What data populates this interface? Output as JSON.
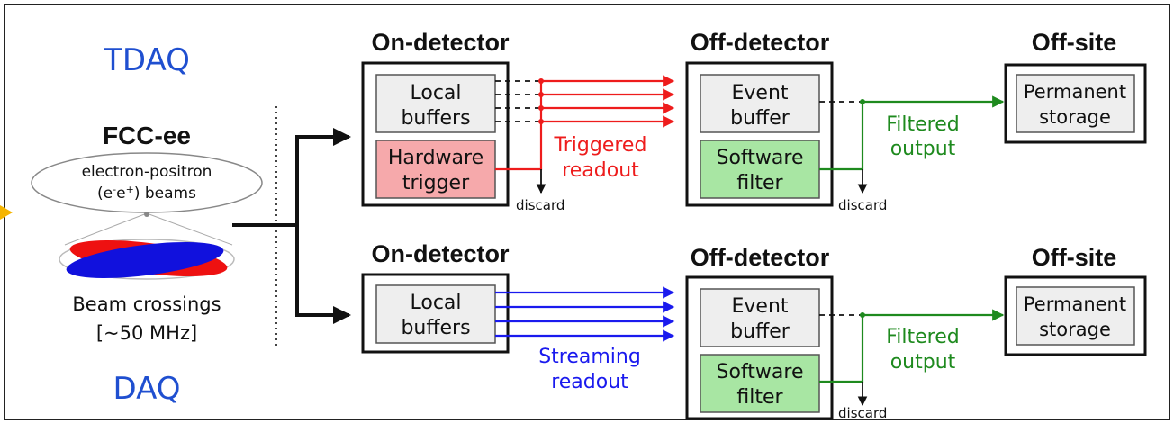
{
  "left": {
    "tdaq_label": "TDAQ",
    "daq_label": "DAQ",
    "fcc_title": "FCC-ee",
    "beam_line1": "electron-positron",
    "beam_line2_a": "(e",
    "beam_line2_b": "e",
    "beam_line2_c": ") beams",
    "beam_sup_minus": "-",
    "beam_sup_plus": "+",
    "crossings_line1": "Beam crossings",
    "crossings_line2": "[~50 MHz]"
  },
  "top_row": {
    "on_detector_title": "On-detector",
    "local_buffers_line1": "Local",
    "local_buffers_line2": "buffers",
    "hw_trigger_line1": "Hardware",
    "hw_trigger_line2": "trigger",
    "readout_line1": "Triggered",
    "readout_line2": "readout",
    "discard1": "discard",
    "off_detector_title": "Off-detector",
    "event_buffer_line1": "Event",
    "event_buffer_line2": "buffer",
    "sw_filter_line1": "Software",
    "sw_filter_line2": "filter",
    "discard2": "discard",
    "filtered_line1": "Filtered",
    "filtered_line2": "output",
    "off_site_title": "Off-site",
    "storage_line1": "Permanent",
    "storage_line2": "storage"
  },
  "bottom_row": {
    "on_detector_title": "On-detector",
    "local_buffers_line1": "Local",
    "local_buffers_line2": "buffers",
    "readout_line1": "Streaming",
    "readout_line2": "readout",
    "off_detector_title": "Off-detector",
    "event_buffer_line1": "Event",
    "event_buffer_line2": "buffer",
    "sw_filter_line1": "Software",
    "sw_filter_line2": "filter",
    "discard": "discard",
    "filtered_line1": "Filtered",
    "filtered_line2": "output",
    "off_site_title": "Off-site",
    "storage_line1": "Permanent",
    "storage_line2": "storage"
  },
  "colors": {
    "tdaq_blue": "#1f4fd0",
    "triggered_red": "#ee1c1c",
    "streaming_blue": "#1a1aee",
    "filtered_green": "#1e8a1e",
    "hw_trigger_fill": "#f6a9ab",
    "sw_filter_fill": "#a8e6a3",
    "buffer_fill": "#eeeeee",
    "pointer_orange": "#f5b400"
  }
}
